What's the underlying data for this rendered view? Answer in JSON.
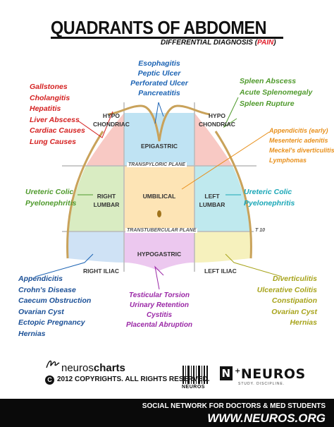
{
  "header": {
    "title": "QUADRANTS OF ABDOMEN",
    "subtitle_pre": "DIFFERENTIAL DIAGNOSIS (",
    "subtitle_pain": "PAIN",
    "subtitle_post": ")"
  },
  "regions": {
    "hypochondriac_right": [
      "HYPO",
      "CHONDRIAC"
    ],
    "hypochondriac_left": [
      "HYPO",
      "CHONDRIAC"
    ],
    "epigastric": "EPIGASTRIC",
    "right_lumbar": [
      "RIGHT",
      "LUMBAR"
    ],
    "umbilical": "UMBILICAL",
    "left_lumbar": [
      "LEFT",
      "LUMBAR"
    ],
    "hypogastric": "HYPOGASTRIC",
    "right_iliac": "RIGHT ILIAC",
    "left_iliac": "LEFT ILIAC"
  },
  "planes": {
    "transpyloric": "TRANSPYLORIC PLANE",
    "transtubercular": "TRANSTUBERCULAR PLANE",
    "t10": "T 10"
  },
  "diagnoses": {
    "right_hypochondriac": [
      "Gallstones",
      "Cholangitis",
      "Hepatitis",
      "Liver Abscess",
      "Cardiac Causes",
      "Lung Causes"
    ],
    "epigastric": [
      "Esophagitis",
      "Peptic Ulcer",
      "Perforated Ulcer",
      "Pancreatitis"
    ],
    "left_hypochondriac": [
      "Spleen Abscess",
      "Acute Splenomegaly",
      "Spleen Rupture"
    ],
    "umbilical": [
      "Appendicitis (early)",
      "Mesenteric adenitis",
      "Meckel's diverticulitis",
      "Lymphomas"
    ],
    "right_lumbar": [
      "Ureteric Colic",
      "Pyelonephritis"
    ],
    "left_lumbar": [
      "Ureteric Colic",
      "Pyelonephritis"
    ],
    "right_iliac": [
      "Appendicitis",
      "Crohn's Disease",
      "Caecum Obstruction",
      "Ovarian Cyst",
      "Ectopic Pregnancy",
      "Hernias"
    ],
    "hypogastric": [
      "Testicular Torsion",
      "Urinary Retention",
      "Cystitis",
      "Placental Abruption"
    ],
    "left_iliac": [
      "Diverticulitis",
      "Ulcerative Colitis",
      "Constipation",
      "Ovarian Cyst",
      "Hernias"
    ]
  },
  "footer": {
    "brand_light": "neuros",
    "brand_bold": "charts",
    "copyright_symbol": "C",
    "copyright": "2012  COPYRIGHTS. ALL RIGHTS RESERVED.",
    "barcode_label": "NEUROS",
    "logo_n": "N",
    "logo_sup": "+",
    "logo_text": "NEUROS",
    "logo_tagline": "STUDY. DISCIPLINE.",
    "line1": "SOCIAL NETWORK FOR DOCTORS & MED STUDENTS",
    "line2": "WWW.NEUROS.ORG"
  },
  "colors": {
    "hypochondriac": "#f8c9c4",
    "epigastric": "#bfe3f3",
    "right_lumbar": "#d9ecc2",
    "umbilical": "#fde4b5",
    "left_lumbar": "#bfe9ee",
    "right_iliac": "#cfe2f5",
    "hypogastric": "#ecc8ef",
    "left_iliac": "#f6f1bd",
    "outline": "#c9a25a"
  }
}
